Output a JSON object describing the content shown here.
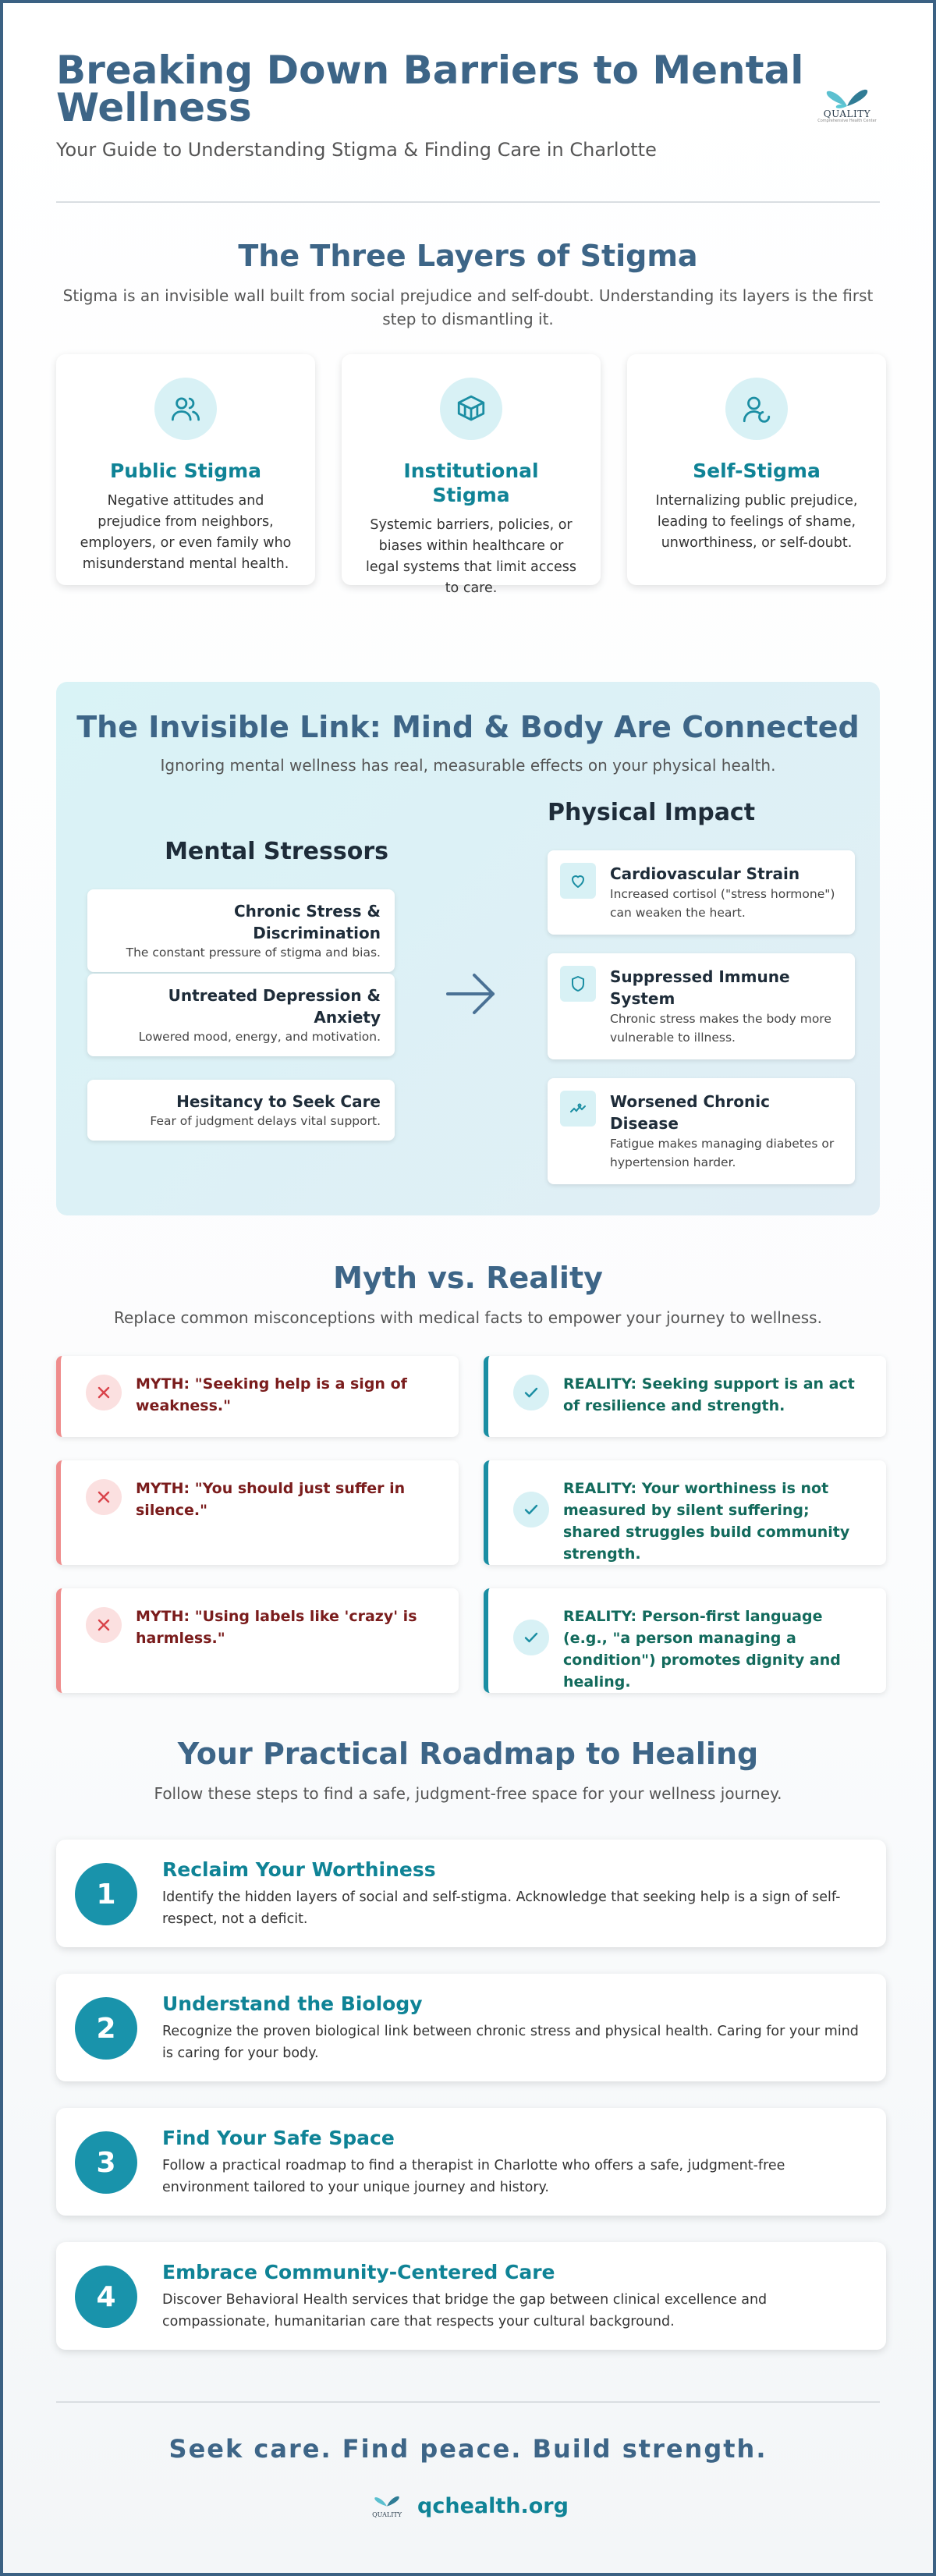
{
  "header": {
    "title": "Breaking Down Barriers to Mental Wellness",
    "subtitle": "Your Guide to Understanding Stigma & Finding Care in Charlotte",
    "logo_text": "QUALITY",
    "logo_sub": "Comprehensive Health Center"
  },
  "stigma": {
    "title": "The Three Layers of Stigma",
    "description": "Stigma is an invisible wall built from social prejudice and self-doubt. Understanding its layers is the first step to dismantling it.",
    "cards": [
      {
        "icon": "people-icon",
        "title": "Public Stigma",
        "text": "Negative attitudes and prejudice from neighbors, employers, or even family who misunderstand mental health."
      },
      {
        "icon": "institution-icon",
        "title": "Institutional Stigma",
        "text": "Systemic barriers, policies, or biases within healthcare or legal systems that limit access to care."
      },
      {
        "icon": "self-reflection-icon",
        "title": "Self-Stigma",
        "text": "Internalizing public prejudice, leading to feelings of shame, unworthiness, or self-doubt."
      }
    ]
  },
  "mind_body": {
    "title": "The Invisible Link: Mind & Body Are Connected",
    "description": "Ignoring mental wellness has real, measurable effects on your physical health.",
    "stressors_heading": "Mental Stressors",
    "impact_heading": "Physical Impact",
    "stressors": [
      {
        "title": "Chronic Stress & Discrimination",
        "text": "The constant pressure of stigma and bias."
      },
      {
        "title": "Untreated Depression & Anxiety",
        "text": "Lowered mood, energy, and motivation."
      },
      {
        "title": "Hesitancy to Seek Care",
        "text": "Fear of judgment delays vital support."
      }
    ],
    "impacts": [
      {
        "icon": "heart-icon",
        "title": "Cardiovascular Strain",
        "text": "Increased cortisol (\"stress hormone\") can weaken the heart."
      },
      {
        "icon": "shield-icon",
        "title": "Suppressed Immune System",
        "text": "Chronic stress makes the body more vulnerable to illness."
      },
      {
        "icon": "activity-icon",
        "title": "Worsened Chronic Disease",
        "text": "Fatigue makes managing diabetes or hypertension harder."
      }
    ]
  },
  "myth_reality": {
    "title": "Myth vs. Reality",
    "description": "Replace common misconceptions with medical facts to empower your journey to wellness.",
    "rows": [
      {
        "myth": "MYTH: \"Seeking help is a sign of weakness.\"",
        "reality": "REALITY: Seeking support is an act of resilience and strength."
      },
      {
        "myth": "MYTH: \"You should just suffer in silence.\"",
        "reality": "REALITY: Your worthiness is not measured by silent suffering; shared struggles build community strength."
      },
      {
        "myth": "MYTH: \"Using labels like 'crazy' is harmless.\"",
        "reality": "REALITY: Person-first language (e.g., \"a person managing a condition\") promotes dignity and healing."
      }
    ]
  },
  "roadmap": {
    "title": "Your Practical Roadmap to Healing",
    "description": "Follow these steps to find a safe, judgment-free space for your wellness journey.",
    "steps": [
      {
        "num": "1",
        "title": "Reclaim Your Worthiness",
        "text": "Identify the hidden layers of social and self-stigma. Acknowledge that seeking help is a sign of self-respect, not a deficit."
      },
      {
        "num": "2",
        "title": "Understand the Biology",
        "text": "Recognize the proven biological link between chronic stress and physical health. Caring for your mind is caring for your body."
      },
      {
        "num": "3",
        "title": "Find Your Safe Space",
        "text": "Follow a practical roadmap to find a therapist in Charlotte who offers a safe, judgment-free environment tailored to your unique journey and history."
      },
      {
        "num": "4",
        "title": "Embrace Community-Centered Care",
        "text": "Discover Behavioral Health services that bridge the gap between clinical excellence and compassionate, humanitarian care that respects your cultural background."
      }
    ]
  },
  "footer": {
    "tagline": "Seek care. Find peace. Build strength.",
    "website": "qchealth.org",
    "logo_text": "QUALITY"
  },
  "colors": {
    "heading": "#3d6587",
    "teal": "#0f8396",
    "myth_red": "#ef8c8c",
    "reality_teal": "#1a8ea3"
  }
}
